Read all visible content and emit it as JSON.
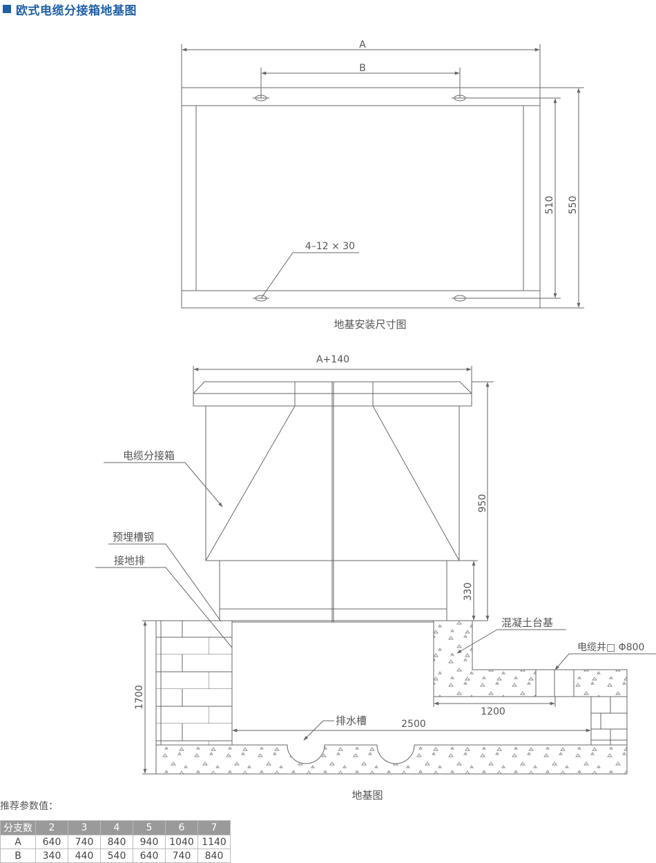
{
  "header": {
    "title": "欧式电缆分接箱地基图"
  },
  "top_view": {
    "dim_a": "A",
    "dim_b": "B",
    "dim_510": "510",
    "dim_550": "550",
    "hole_spec": "4–12 × 30",
    "caption": "地基安装尺寸图"
  },
  "section_view": {
    "dim_width": "A+140",
    "dim_950": "950",
    "dim_330": "330",
    "dim_1700": "1700",
    "dim_1200": "1200",
    "dim_2500": "2500",
    "label_box": "电缆分接箱",
    "label_channel": "预埋槽钢",
    "label_ground": "接地排",
    "label_concrete": "混凝土台基",
    "label_well": "电缆井□ Φ800",
    "label_drain": "排水槽",
    "caption": "地基图"
  },
  "params": {
    "label": "推荐参数值：",
    "headers": [
      "分支数",
      "2",
      "3",
      "4",
      "5",
      "6",
      "7"
    ],
    "rows": [
      [
        "A",
        "640",
        "740",
        "840",
        "940",
        "1040",
        "1140"
      ],
      [
        "B",
        "340",
        "440",
        "540",
        "640",
        "740",
        "840"
      ]
    ]
  }
}
